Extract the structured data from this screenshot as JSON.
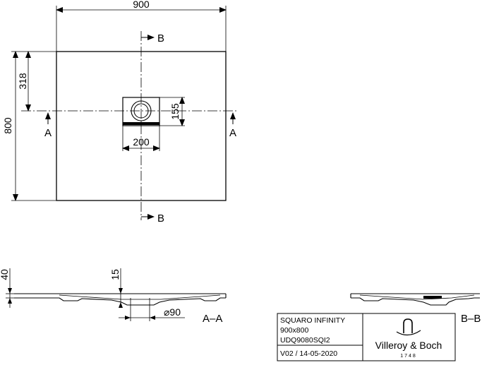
{
  "dimensions": {
    "width": "900",
    "height": "800",
    "drain_offset": "318",
    "drain_box_height": "155",
    "drain_box_width": "200",
    "tray_depth": "40",
    "drain_depth": "15",
    "drain_diameter": "⌀90"
  },
  "sections": {
    "b_label": "B",
    "a_label": "A",
    "aa_label": "A–A",
    "bb_label": "B–B"
  },
  "title_block": {
    "product": "SQUARO INFINITY",
    "size": "900x800",
    "code": "UDQ9080SQI2",
    "revision": "V02 / 14-05-2020",
    "brand": "Villeroy & Boch",
    "since": "1748"
  }
}
